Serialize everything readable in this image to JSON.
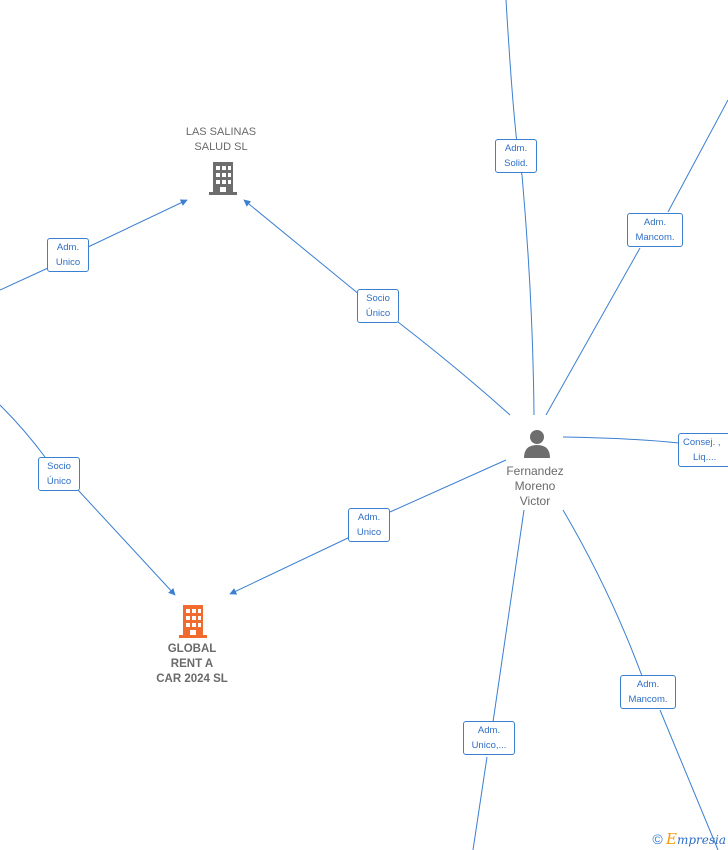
{
  "nodes": {
    "las_salinas": {
      "line1": "LAS SALINAS",
      "line2": "SALUD  SL",
      "color": "#6d6d6d"
    },
    "global_rent": {
      "line1": "GLOBAL",
      "line2": "RENT A",
      "line3": "CAR 2024  SL",
      "color": "#f26b2e"
    },
    "person": {
      "line1": "Fernandez",
      "line2": "Moreno",
      "line3": "Victor",
      "color": "#6d6d6d"
    }
  },
  "edges": {
    "e1": {
      "line1": "Adm.",
      "line2": "Solid."
    },
    "e2": {
      "line1": "Adm.",
      "line2": "Mancom."
    },
    "e3": {
      "line1": "Adm.",
      "line2": "Unico"
    },
    "e4": {
      "line1": "Socio",
      "line2": "Único"
    },
    "e5": {
      "line1": "Consej. ,",
      "line2": "Liq...."
    },
    "e6": {
      "line1": "Socio",
      "line2": "Único"
    },
    "e7": {
      "line1": "Adm.",
      "line2": "Unico"
    },
    "e8": {
      "line1": "Adm.",
      "line2": "Mancom."
    },
    "e9": {
      "line1": "Adm.",
      "line2": "Unico,..."
    }
  },
  "brand": {
    "copyright": "©",
    "initial": "E",
    "rest": "mpresia"
  },
  "colors": {
    "edge": "#3b7fd1",
    "company_grey": "#6d6d6d",
    "company_orange": "#f26b2e",
    "brand_orange": "#f39c12"
  }
}
